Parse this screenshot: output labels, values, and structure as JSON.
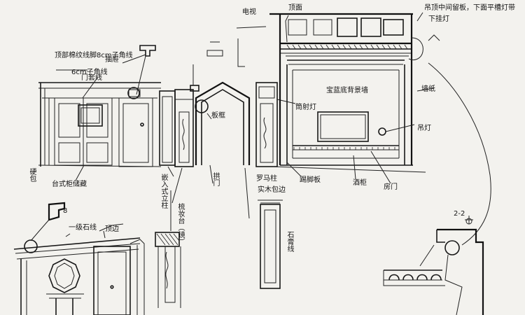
{
  "annotations": {
    "crown_note": "顶部棉纹线脚8cm子角线",
    "crown_note_2": "6cm子角线",
    "side_note": "硬包",
    "tv_wall_note": "台式柜储藏",
    "niche_note": "嵌入式立柱",
    "niche_note_2": "梳妆台（镜）",
    "top_note": "电视",
    "top_note_2": "顶面",
    "right_top_note": "吊顶中间留板，下面平槽灯带",
    "right_top_note_2": "下挂灯",
    "center_note": "宝蓝底背景墙",
    "sconce_note": "筒射灯",
    "wall_note": "墙纸",
    "lamp_note": "吊灯",
    "arch_note": "拱门",
    "pillar_note": "罗马柱",
    "baseboard_note": "踢脚板",
    "baseboard_note_2": "实木包边",
    "cabinet_note": "酒柜",
    "door_note": "房门",
    "drawer_note": "抽屉",
    "panel_note": "板框",
    "detail_label": "8",
    "detail_note": "一级石线",
    "detail_note_2": "顶边",
    "column_note": "石膏线",
    "pilaster_label": "门套线",
    "section_note": "2-2"
  }
}
